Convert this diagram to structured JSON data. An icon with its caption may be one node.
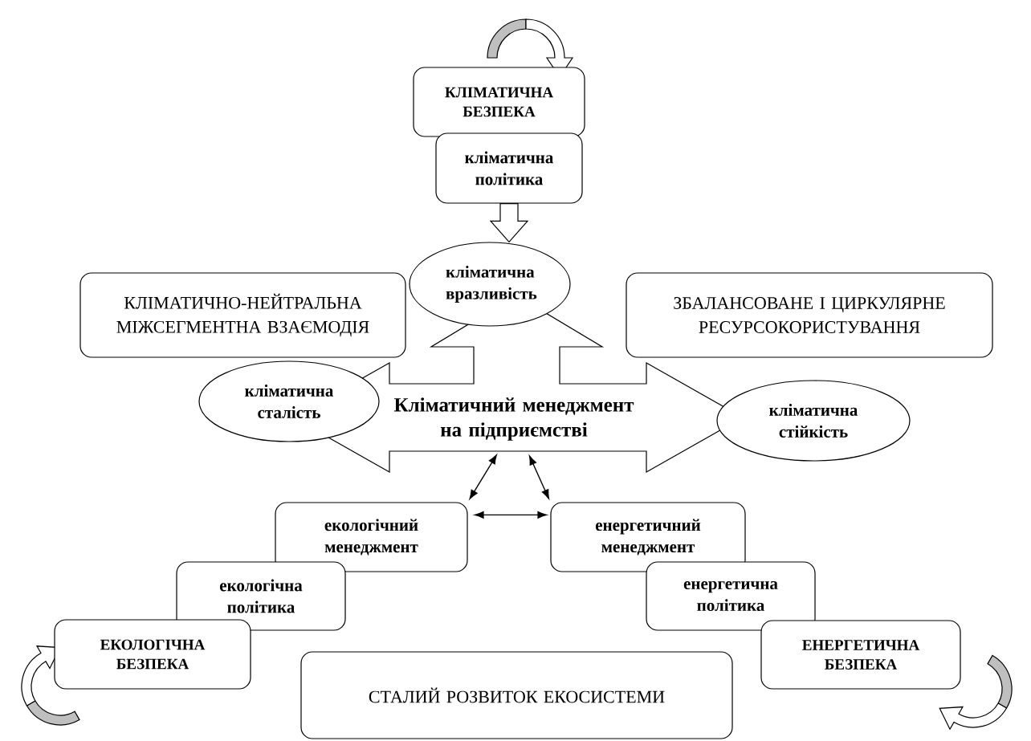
{
  "diagram": {
    "nodes": [
      {
        "text": [
          "КЛІМАТИЧНА БЕЗПЕКА"
        ]
      },
      {
        "text": [
          "кліматична політика"
        ]
      },
      {
        "text": [
          "кліматична вразливість"
        ]
      },
      {
        "text": [
          "КЛІМАТИЧНО-НЕЙТРАЛЬНА МІЖСЕГМЕНТНА ВЗАЄМОДІЯ"
        ]
      },
      {
        "text": [
          "ЗБАЛАНСОВАНЕ І ЦИРКУЛЯРНЕ РЕСУРСОКОРИСТУВАННЯ"
        ]
      },
      {
        "text": [
          "кліматична сталість"
        ]
      },
      {
        "text": [
          "Кліматичний менеджмент на підприємстві"
        ]
      },
      {
        "text": [
          "кліматична стійкість"
        ]
      },
      {
        "text": [
          "екологічний менеджмент"
        ]
      },
      {
        "text": [
          "екологічна політика"
        ]
      },
      {
        "text": [
          "ЕКОЛОГІЧНА БЕЗПЕКА"
        ]
      },
      {
        "text": [
          "енергетичний менеджмент"
        ]
      },
      {
        "text": [
          "енергетична політика"
        ]
      },
      {
        "text": [
          "ЕНЕРГЕТИЧНА БЕЗПЕКА"
        ]
      },
      {
        "text": [
          "СТАЛИЙ РОЗВИТОК ЕКОСИСТЕМИ"
        ]
      }
    ],
    "edges": [
      {
        "from": 1,
        "to": 2,
        "arrow": "to",
        "style": "thick"
      },
      {
        "from": 6,
        "to": 8,
        "arrow": "both"
      },
      {
        "from": 6,
        "to": 11,
        "arrow": "both"
      },
      {
        "from": 8,
        "to": 11,
        "arrow": "both"
      }
    ]
  }
}
